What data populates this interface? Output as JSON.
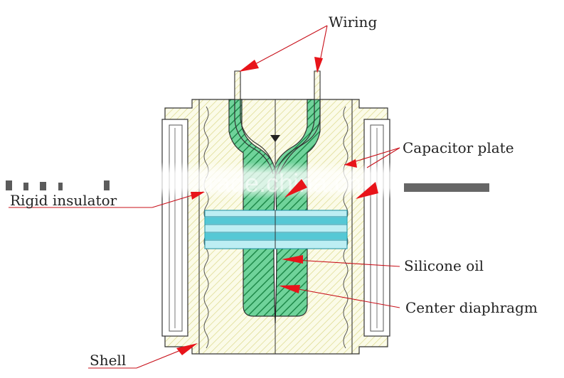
{
  "labels": {
    "wiring": "Wiring",
    "capacitor_plate": "Capacitor plate",
    "rigid_insulator": "Rigid insulator",
    "silicone_oil": "Silicone oil",
    "center_diaphragm": "Center diaphragm",
    "shell": "Shell"
  },
  "watermark": "trade.china.cn",
  "colors": {
    "hatch_yellow": "#e8e6a0",
    "hatch_green": "#2fa85f",
    "plate_cyan": "#2ab8c8",
    "arrow_red": "#e8141a",
    "leader_red": "#c8101a",
    "outline": "#333333"
  }
}
